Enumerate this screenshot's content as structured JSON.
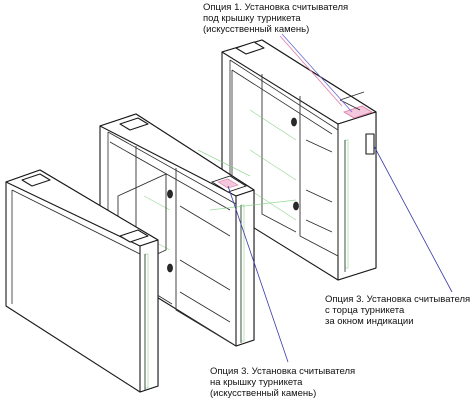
{
  "diagram": {
    "callouts": {
      "top": {
        "lines": [
          "Опция 1. Установка считывателя",
          "под крышку турникета",
          "(искусственный камень)"
        ],
        "line_color": "#6b6bd6"
      },
      "right": {
        "lines": [
          "Опция 3. Установка считывателя",
          "с торца турникета",
          "за окном индикации"
        ],
        "line_color": "#3a3aa8"
      },
      "bottom": {
        "lines": [
          "Опция 3. Установка считывателя",
          "на крышку турникета",
          "(искусственный камень)"
        ],
        "line_color": "#e07aa8"
      }
    },
    "colors": {
      "outline": "#1a1a1a",
      "glass_tint": "#7fd07f",
      "reader_highlight": "#e07aa8"
    }
  }
}
